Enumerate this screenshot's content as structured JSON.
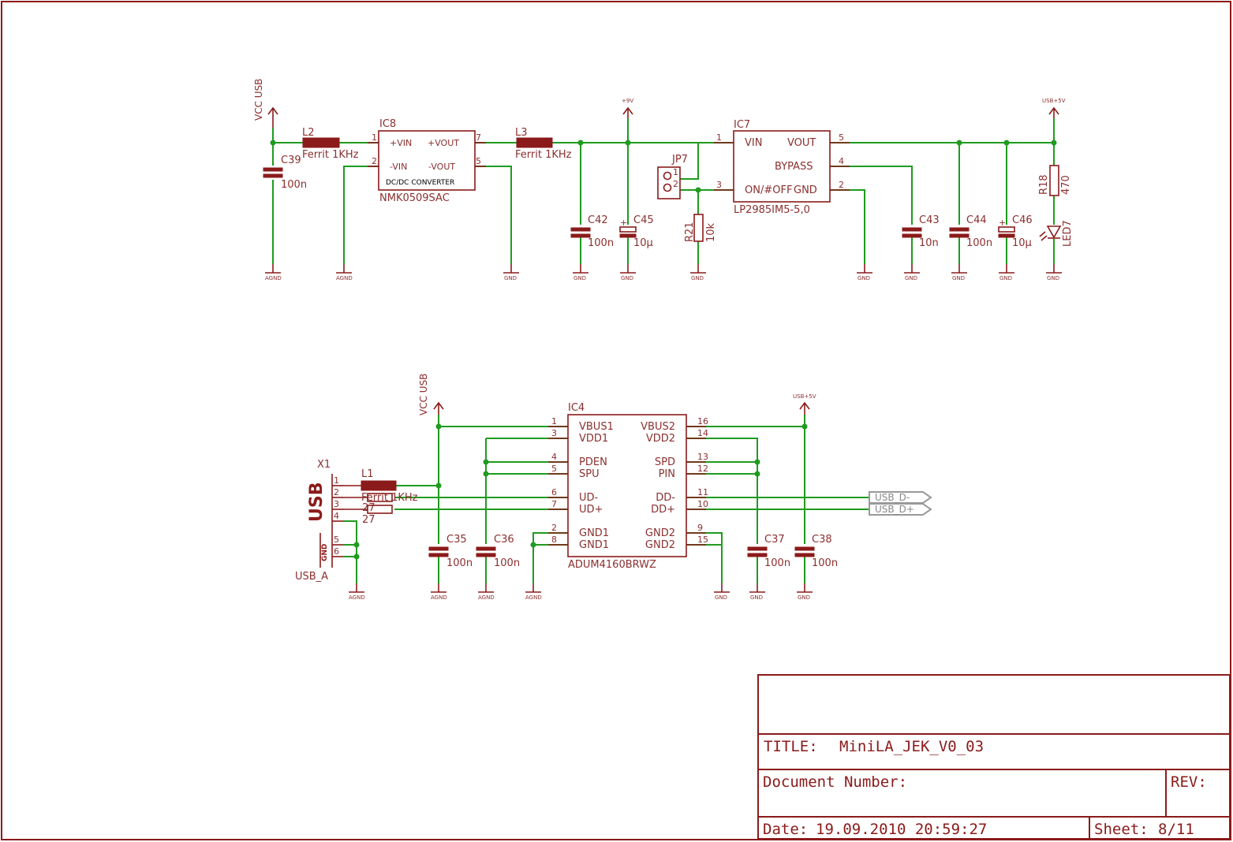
{
  "title_block": {
    "title_label": "TITLE:",
    "title_value": "MiniLA_JEK_V0_03",
    "doc_number_label": "Document Number:",
    "rev_label": "REV:",
    "date_label": "Date:",
    "date_value": "19.09.2010 20:59:27",
    "sheet_label": "Sheet:",
    "sheet_value": "8/11"
  },
  "supplies": {
    "vcc_usb_top": "VCC USB",
    "plus9v": "+9V",
    "usb5v_top": "USB+5V",
    "vcc_usb_bottom": "VCC USB",
    "usb5v_bottom": "USB+5V"
  },
  "ground_labels": {
    "agnd": "AGND",
    "gnd": "GND"
  },
  "top_circuit": {
    "l2_name": "L2",
    "l2_value": "Ferrit 1KHz",
    "l3_name": "L3",
    "l3_value": "Ferrit 1KHz",
    "c39_name": "C39",
    "c39_value": "100n",
    "ic8_name": "IC8",
    "ic8_part": "NMK0509SAC",
    "ic8_desc": "DC/DC CONVERTER",
    "ic8_pins": {
      "p1": "+VIN",
      "p2": "-VIN",
      "p7": "+VOUT",
      "p5": "-VOUT",
      "n1": "1",
      "n2": "2",
      "n7": "7",
      "n5": "5"
    },
    "c42_name": "C42",
    "c42_value": "100n",
    "c45_name": "C45",
    "c45_value": "10µ",
    "jp7_name": "JP7",
    "jp7_p1": "1",
    "jp7_p2": "2",
    "r21_name": "R21",
    "r21_value": "10k",
    "ic7_name": "IC7",
    "ic7_part": "LP2985IM5-5,0",
    "ic7_pins": {
      "vin": "VIN",
      "on": "ON/#OFF",
      "vout": "VOUT",
      "bypass": "BYPASS",
      "gnd": "GND",
      "n1": "1",
      "n3": "3",
      "n5": "5",
      "n4": "4",
      "n2": "2"
    },
    "c43_name": "C43",
    "c43_value": "10n",
    "c44_name": "C44",
    "c44_value": "100n",
    "c46_name": "C46",
    "c46_value": "10µ",
    "r18_name": "R18",
    "r18_value": "470",
    "led7_name": "LED7"
  },
  "bottom_circuit": {
    "x1_name": "X1",
    "x1_part": "USB_A",
    "x1_usb": "USB",
    "x1_gnd": "GND",
    "x1_pins": [
      "1",
      "2",
      "3",
      "4",
      "5",
      "6"
    ],
    "l1_name": "L1",
    "l1_value": "Ferrit 1KHz",
    "r_a_value": "27",
    "r_b_value": "27",
    "ic4_name": "IC4",
    "ic4_part": "ADUM4160BRWZ",
    "ic4_left_pins": [
      {
        "num": "1",
        "name": "VBUS1"
      },
      {
        "num": "3",
        "name": "VDD1"
      },
      {
        "num": "4",
        "name": "PDEN"
      },
      {
        "num": "5",
        "name": "SPU"
      },
      {
        "num": "6",
        "name": "UD-"
      },
      {
        "num": "7",
        "name": "UD+"
      },
      {
        "num": "2",
        "name": "GND1"
      },
      {
        "num": "8",
        "name": "GND1"
      }
    ],
    "ic4_right_pins": [
      {
        "num": "16",
        "name": "VBUS2"
      },
      {
        "num": "14",
        "name": "VDD2"
      },
      {
        "num": "13",
        "name": "SPD"
      },
      {
        "num": "12",
        "name": "PIN"
      },
      {
        "num": "11",
        "name": "DD-"
      },
      {
        "num": "10",
        "name": "DD+"
      },
      {
        "num": "9",
        "name": "GND2"
      },
      {
        "num": "15",
        "name": "GND2"
      }
    ],
    "c35_name": "C35",
    "c35_value": "100n",
    "c36_name": "C36",
    "c36_value": "100n",
    "c37_name": "C37",
    "c37_value": "100n",
    "c38_name": "C38",
    "c38_value": "100n",
    "usb_dm": "USB_D-",
    "usb_dp": "USB_D+"
  }
}
